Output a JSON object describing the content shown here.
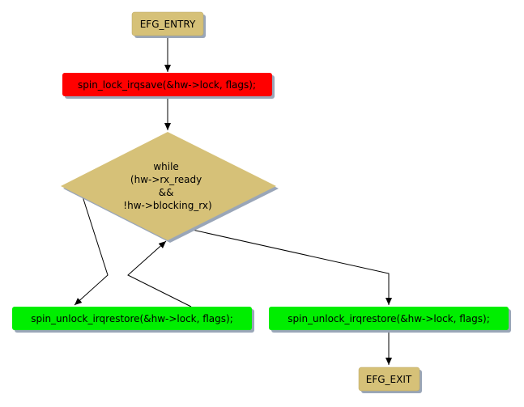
{
  "diagram": {
    "type": "flowchart",
    "colors": {
      "terminal": "#d6c178",
      "lock": "#ff0000",
      "unlock": "#00ee00",
      "decision": "#d6c178",
      "shadow": "#9aa6b8",
      "edge": "#000000"
    },
    "nodes": {
      "entry": {
        "label": "EFG_ENTRY"
      },
      "lock": {
        "label": "spin_lock_irqsave(&hw->lock, flags);"
      },
      "decision": {
        "lines": [
          "while",
          "(hw->rx_ready",
          "&&",
          "!hw->blocking_rx)"
        ]
      },
      "unlock_left": {
        "label": "spin_unlock_irqrestore(&hw->lock, flags);"
      },
      "unlock_right": {
        "label": "spin_unlock_irqrestore(&hw->lock, flags);"
      },
      "exit": {
        "label": "EFG_EXIT"
      }
    },
    "edges": [
      {
        "from": "entry",
        "to": "lock"
      },
      {
        "from": "lock",
        "to": "decision"
      },
      {
        "from": "decision",
        "to": "unlock_left"
      },
      {
        "from": "unlock_left",
        "to": "decision"
      },
      {
        "from": "decision",
        "to": "unlock_right"
      },
      {
        "from": "unlock_right",
        "to": "exit"
      }
    ]
  }
}
